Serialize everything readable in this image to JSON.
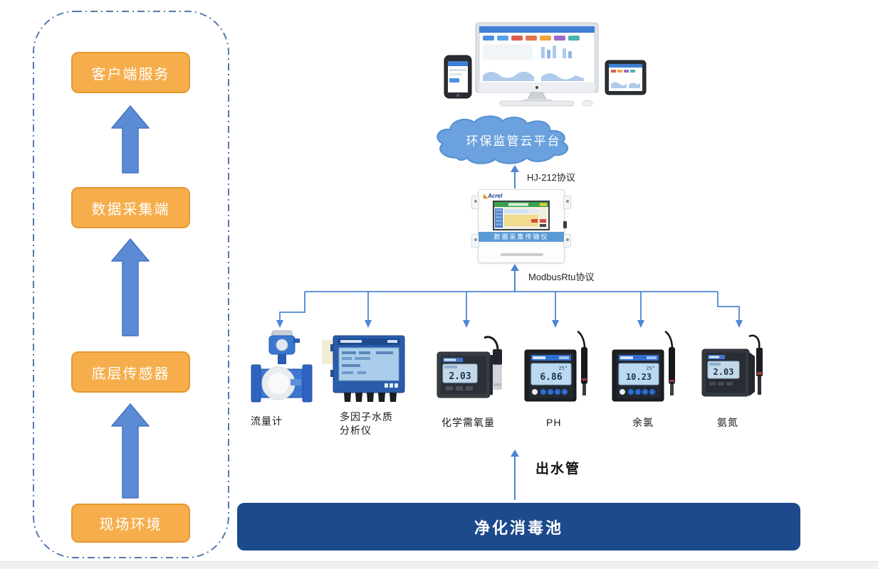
{
  "left_panel": {
    "layers": [
      {
        "label": "客户端服务"
      },
      {
        "label": "数据采集端"
      },
      {
        "label": "底层传感器"
      },
      {
        "label": "现场环境"
      }
    ]
  },
  "cloud": {
    "label": "环保监管云平台"
  },
  "links": {
    "cloud_protocol": "HJ-212协议",
    "device_protocol": "ModbusRtu协议",
    "pipe": "出水管"
  },
  "collector": {
    "brand": "Acrel",
    "panel_label": "数据采集传输仪"
  },
  "sensors": [
    {
      "label": "流量计"
    },
    {
      "label": "多因子水质",
      "label_line2": "分析仪"
    },
    {
      "label": "化学需氧量",
      "reading": "2.03"
    },
    {
      "label": "PH",
      "reading": "6.86",
      "temp": "25°"
    },
    {
      "label": "余氯",
      "reading": "10.23",
      "temp": "25°"
    },
    {
      "label": "氨氮",
      "reading": "2.03"
    }
  ],
  "pool": {
    "label": "净化消毒池"
  },
  "colors": {
    "accent_orange": "#F6AE4D",
    "accent_orange_border": "#E8982F",
    "arrow_blue": "#5B8BD4",
    "arrow_blue_border": "#4472C4",
    "line_blue": "#4E86D8",
    "cloud_blue": "#6BA1DE",
    "cloud_blue_border": "#5590D0",
    "pool_navy": "#1D4A8C",
    "dash_border_blue": "#5578AD"
  }
}
